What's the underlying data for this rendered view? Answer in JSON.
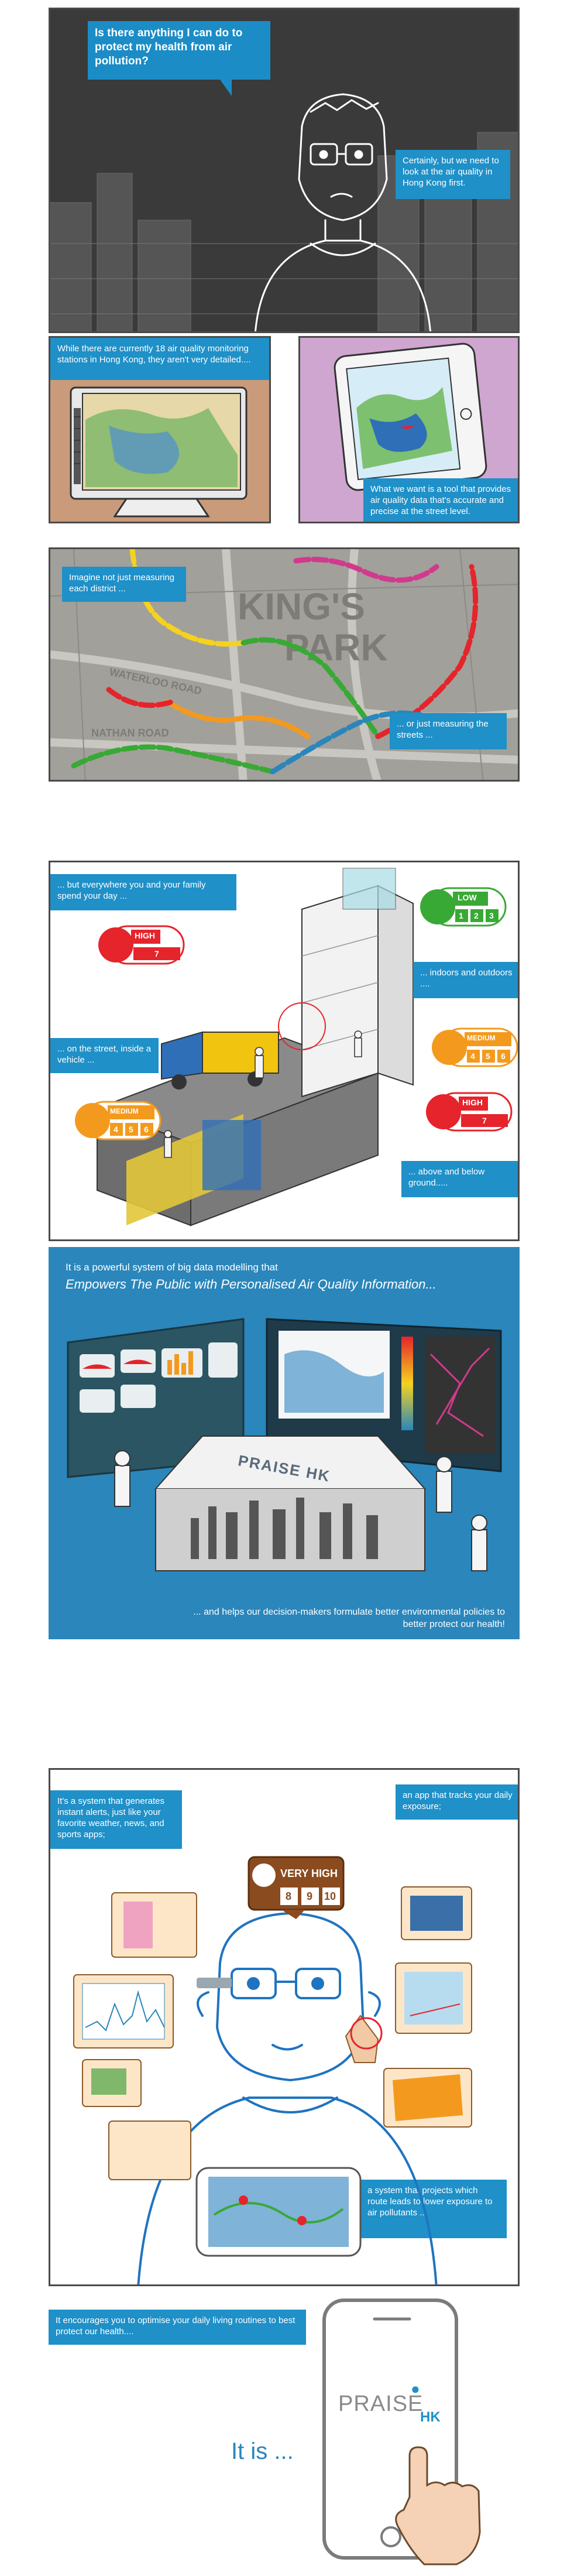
{
  "colors": {
    "caption_blue": "#1f90c8",
    "panel_dark": "#3d3d3d",
    "panel_pink": "#cfa6cf",
    "panel_tan": "#c99b7a",
    "ocean_blue": "#2a86bb",
    "aqhi_green": "#39a935",
    "aqhi_orange": "#f39a1e",
    "aqhi_red": "#e5242b",
    "aqhi_brown": "#8a4b1f"
  },
  "panel1": {
    "question": "Is there anything I can do to protect my health from air pollution?",
    "answer": "Certainly, but we need to look at the air quality in Hong Kong first."
  },
  "panel2": {
    "stations_caption": "While there are currently 18 air quality monitoring stations in Hong Kong, they aren't very detailed....",
    "tool_caption": "What we want is a tool that provides air quality data that's accurate and precise at the street level."
  },
  "panel3": {
    "district_caption": "Imagine not just measuring each district ...",
    "streets_caption": "... or just measuring the streets ...",
    "map_labels": [
      "KING'S",
      "PARK",
      "WATERLOO ROAD",
      "NATHAN ROAD"
    ]
  },
  "panel4": {
    "day_caption": "... but everywhere you and your family spend your day ...",
    "street_caption": "... on the street, inside a vehicle ...",
    "indoor_caption": "... indoors and outdoors ....",
    "ground_caption": "... above and below ground.....",
    "badges": [
      {
        "word": "LOW",
        "nums": [
          "1",
          "2",
          "3"
        ],
        "color": "#39a935"
      },
      {
        "word": "HIGH",
        "nums": [
          "7"
        ],
        "color": "#e5242b"
      },
      {
        "word": "MEDIUM",
        "nums": [
          "4",
          "5",
          "6"
        ],
        "color": "#f39a1e"
      },
      {
        "word": "HIGH",
        "nums": [
          "7"
        ],
        "color": "#e5242b"
      },
      {
        "word": "MEDIUM",
        "nums": [
          "4",
          "5",
          "6"
        ],
        "color": "#f39a1e"
      }
    ]
  },
  "panel5": {
    "intro": "It is a powerful system of big data modelling that",
    "headline": "Empowers The Public with Personalised Air Quality Information...",
    "footer": "... and helps our decision-makers formulate better environmental policies to better protect our health!",
    "table_logo": "PRAISE HK"
  },
  "panel6": {
    "alerts_caption": "It's a system that generates instant alerts, just like your favorite weather, news, and sports apps;",
    "tracks_caption": "an app that tracks your daily exposure;",
    "routes_caption": "a system that projects which route leads to lower exposure to air pollutants ...",
    "very_high": "VERY HIGH",
    "very_high_nums": [
      "8",
      "9",
      "10"
    ]
  },
  "panel7": {
    "encourage_caption": "It encourages you to optimise your daily living routines to best protect our health....",
    "it_is": "It is ...",
    "logo_main": "PRAISE",
    "logo_sub": "HK"
  }
}
